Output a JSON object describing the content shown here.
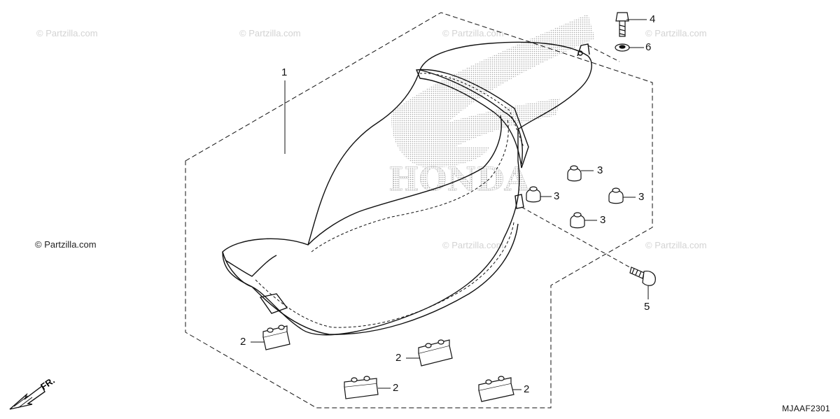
{
  "watermark": {
    "text": "© Partzilla.com",
    "label_text": "© Partzilla.com"
  },
  "diagram_code": "MJAAF2301",
  "direction_label": "FR.",
  "brand_logo_text": "HONDA",
  "callouts": {
    "seat": "1",
    "rubber_block_a": "2",
    "rubber_block_b": "2",
    "rubber_block_c": "2",
    "rubber_block_d": "2",
    "cushion_a": "3",
    "cushion_b": "3",
    "cushion_c": "3",
    "cushion_d": "3",
    "bolt_top": "4",
    "bolt_side": "5",
    "washer": "6"
  },
  "colors": {
    "line": "#111111",
    "watermark": "#d3d3d3",
    "logo_dots": "#b5b5b5"
  }
}
